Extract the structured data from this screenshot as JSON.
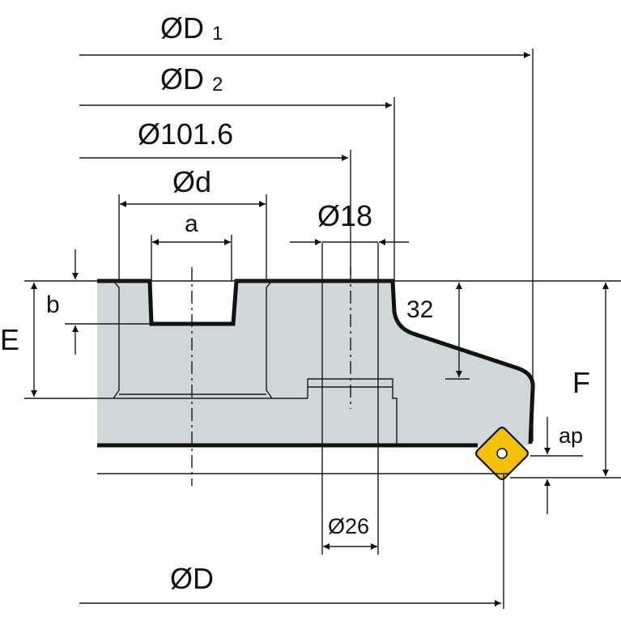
{
  "labels": {
    "d1": "ØD1",
    "d2": "ØD2",
    "d101": "Ø101.6",
    "d_small": "Ød",
    "a": "a",
    "d18": "Ø18",
    "b": "b",
    "e": "E",
    "n32": "32",
    "f": "F",
    "ap": "ap",
    "d26": "Ø26",
    "d_main": "ØD"
  },
  "colors": {
    "body_fill": "#cfd8d8",
    "insert_fill": "#f2c200",
    "line": "#111111"
  }
}
